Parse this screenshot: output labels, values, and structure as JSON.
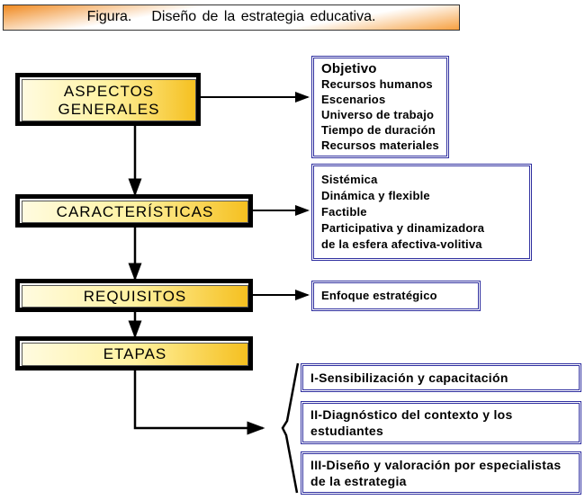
{
  "title": {
    "label": "Figura.",
    "text": "Diseño de la estrategia educativa."
  },
  "nodes": {
    "aspectos": {
      "line1": "ASPECTOS",
      "line2": "GENERALES",
      "items": [
        "Objetivo",
        "Recursos humanos",
        "Escenarios",
        "Universo de trabajo",
        "Tiempo de duración",
        "Recursos materiales"
      ]
    },
    "caracteristicas": {
      "label": "CARACTERÍSTICAS",
      "items": [
        "Sistémica",
        "Dinámica y flexible",
        "Factible",
        "Participativa y dinamizadora",
        "de la esfera afectiva-volitiva"
      ]
    },
    "requisitos": {
      "label": "REQUISITOS",
      "items": [
        "Enfoque estratégico"
      ]
    },
    "etapas": {
      "label": "ETAPAS",
      "items": [
        "I-Sensibilización y capacitación",
        "II-Diagnóstico del contexto y los estudiantes",
        "III-Diseño y valoración por especialistas de la estrategia"
      ]
    }
  }
}
